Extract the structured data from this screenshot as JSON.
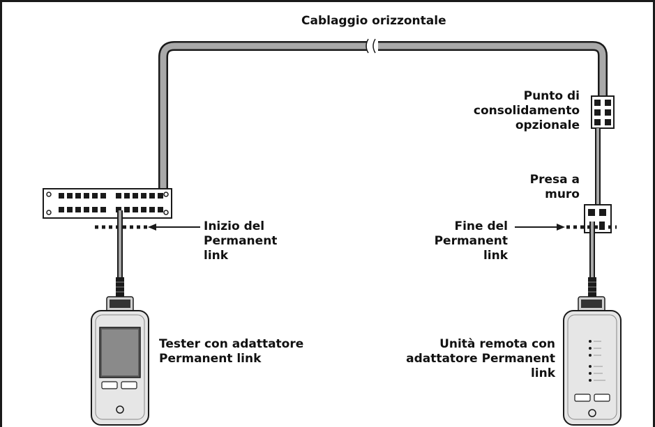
{
  "labels": {
    "horizontal_cabling": "Cablaggio orizzontale",
    "consolidation_point": [
      "Punto di",
      "consolidamento",
      "opzionale"
    ],
    "wall_outlet": [
      "Presa a",
      "muro"
    ],
    "link_start": [
      "Inizio del",
      "Permanent",
      "link"
    ],
    "link_end": [
      "Fine del",
      "Permanent",
      "link"
    ],
    "tester": [
      "Tester con adattatore",
      "Permanent link"
    ],
    "remote": [
      "Unità remota con",
      "adattatore Permanent",
      "link"
    ]
  },
  "colors": {
    "cable": "#a9a9a9",
    "outline": "#1a1a1a",
    "device_body": "#e6e6e6",
    "screen": "#5c5c5c"
  }
}
